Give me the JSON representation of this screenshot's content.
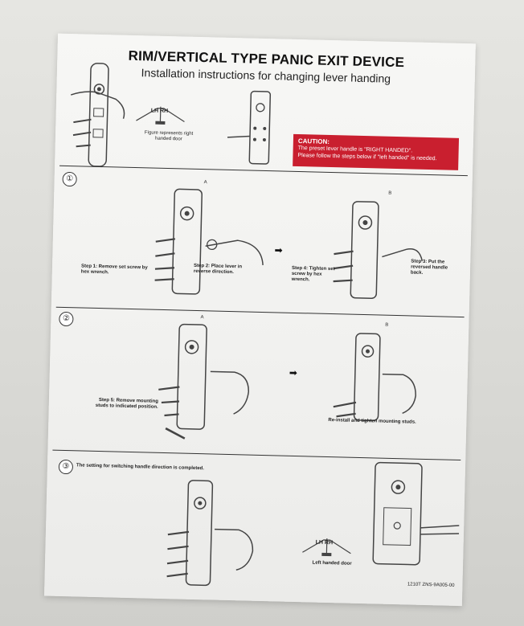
{
  "title": "RIM/VERTICAL TYPE PANIC EXIT DEVICE",
  "subtitle": "Installation instructions for changing lever handing",
  "header": {
    "handing_label": "LH RH",
    "figure_caption": "Figure represents right handed door"
  },
  "caution": {
    "heading": "CAUTION:",
    "line1": "The preset lever handle is \"RIGHT HANDED\".",
    "line2": "Please follow the steps below if \"left handed\" is needed."
  },
  "steps": {
    "one": {
      "number": "①",
      "label_a": "A",
      "label_b": "B",
      "step1": "Step 1: Remove set screw by hex wrench.",
      "step2": "Step 2: Place lever in reverse direction.",
      "step3": "Step 3: Put the reversed handle back.",
      "step4": "Step 4: Tighten set screw by hex wrench.",
      "arrow": "➡"
    },
    "two": {
      "number": "②",
      "label_a": "A",
      "label_b": "B",
      "step5": "Step 5: Remove mounting studs to indicated position.",
      "reinstall": "Re-install and tighten mounting studs.",
      "arrow": "➡"
    },
    "three": {
      "number": "③",
      "complete_note": "The setting for switching handle direction is completed.",
      "handing_label": "LH RH",
      "caption": "Left handed door",
      "doc_code": "1210T ZNS-9A005-00"
    }
  },
  "colors": {
    "caution_red": "#c91f2f",
    "line": "#333333"
  }
}
